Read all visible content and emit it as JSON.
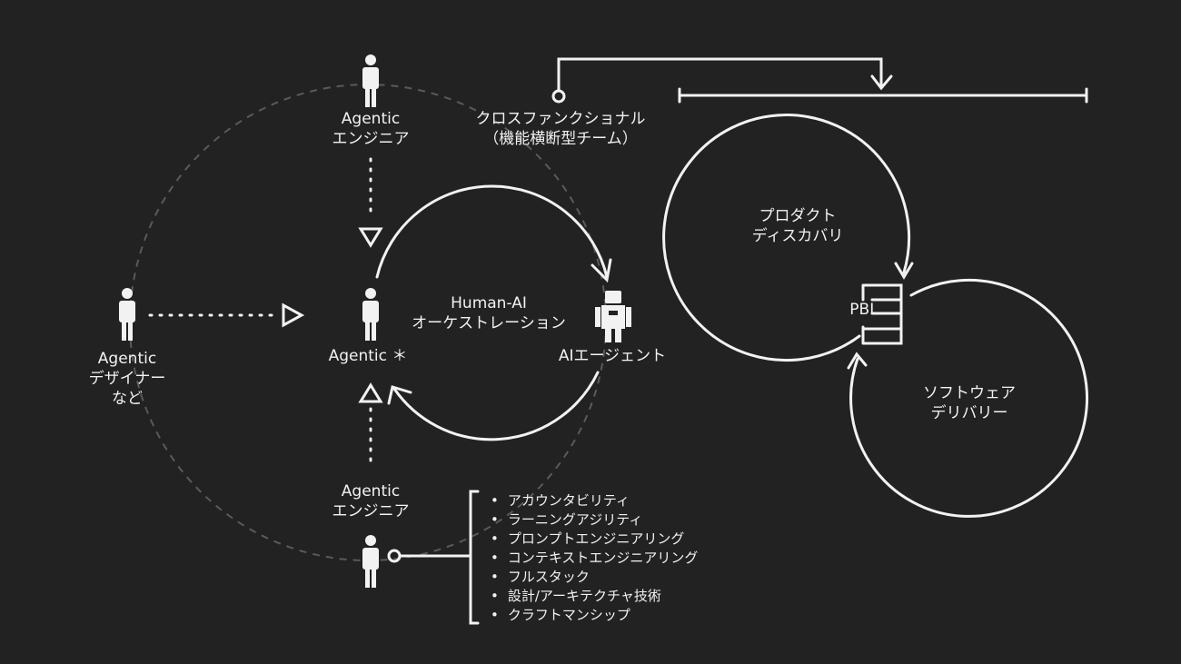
{
  "labels": {
    "agentic_top": [
      "Agentic",
      "エンジニア"
    ],
    "agentic_left": [
      "Agentic",
      "デザイナー",
      "など"
    ],
    "agentic_center": "Agentic ＊",
    "agentic_bottom": [
      "Agentic",
      "エンジニア"
    ],
    "orchestration": [
      "Human-AI",
      "オーケストレーション"
    ],
    "ai_agent": "AIエージェント",
    "cross_functional": [
      "クロスファンクショナル",
      "（機能横断型チーム）"
    ],
    "product_discovery": [
      "プロダクト",
      "ディスカバリ"
    ],
    "software_delivery": [
      "ソフトウェア",
      "デリバリー"
    ],
    "pbl": "PBL"
  },
  "skills": [
    "アカウンタビリティ",
    "ラーニングアジリティ",
    "プロンプトエンジニアリング",
    "コンテキストエンジニアリング",
    "フルスタック",
    "設計/アーキテクチャ技術",
    "クラフトマンシップ"
  ],
  "colors": {
    "background": "#222222",
    "stroke": "#f2f2f2",
    "dashed": "#5a5a5a"
  }
}
